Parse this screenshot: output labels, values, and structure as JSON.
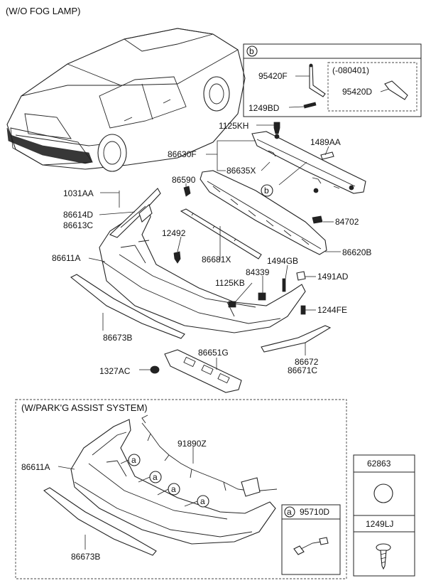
{
  "headers": {
    "wo_fog_lamp": "(W/O FOG LAMP)",
    "park_assist": "(W/PARK'G ASSIST SYSTEM)"
  },
  "inset_b": {
    "marker": "b",
    "sub_marker": "(-080401)",
    "parts": [
      "95420F",
      "1249BD",
      "95420D"
    ]
  },
  "labels": {
    "p1125KH": "1125KH",
    "p1489AA": "1489AA",
    "p86630F": "86630F",
    "p86635X": "86635X",
    "p86590": "86590",
    "p1031AA": "1031AA",
    "p86614D": "86614D",
    "p86613C": "86613C",
    "p84702": "84702",
    "p12492": "12492",
    "p86620B": "86620B",
    "p86611A": "86611A",
    "p86681X": "86681X",
    "p1494GB": "1494GB",
    "p84339": "84339",
    "p1491AD": "1491AD",
    "p1125KB": "1125KB",
    "p1244FE": "1244FE",
    "p86673B": "86673B",
    "p86672": "86672",
    "p86671C": "86671C",
    "p86651G": "86651G",
    "p1327AC": "1327AC",
    "marker_b": "b"
  },
  "park_assist": {
    "p86611A": "86611A",
    "p91890Z": "91890Z",
    "p86673B": "86673B",
    "marker_a": "a",
    "a_part": "95710D"
  },
  "side_parts": {
    "p62863": "62863",
    "p1249LJ": "1249LJ"
  }
}
